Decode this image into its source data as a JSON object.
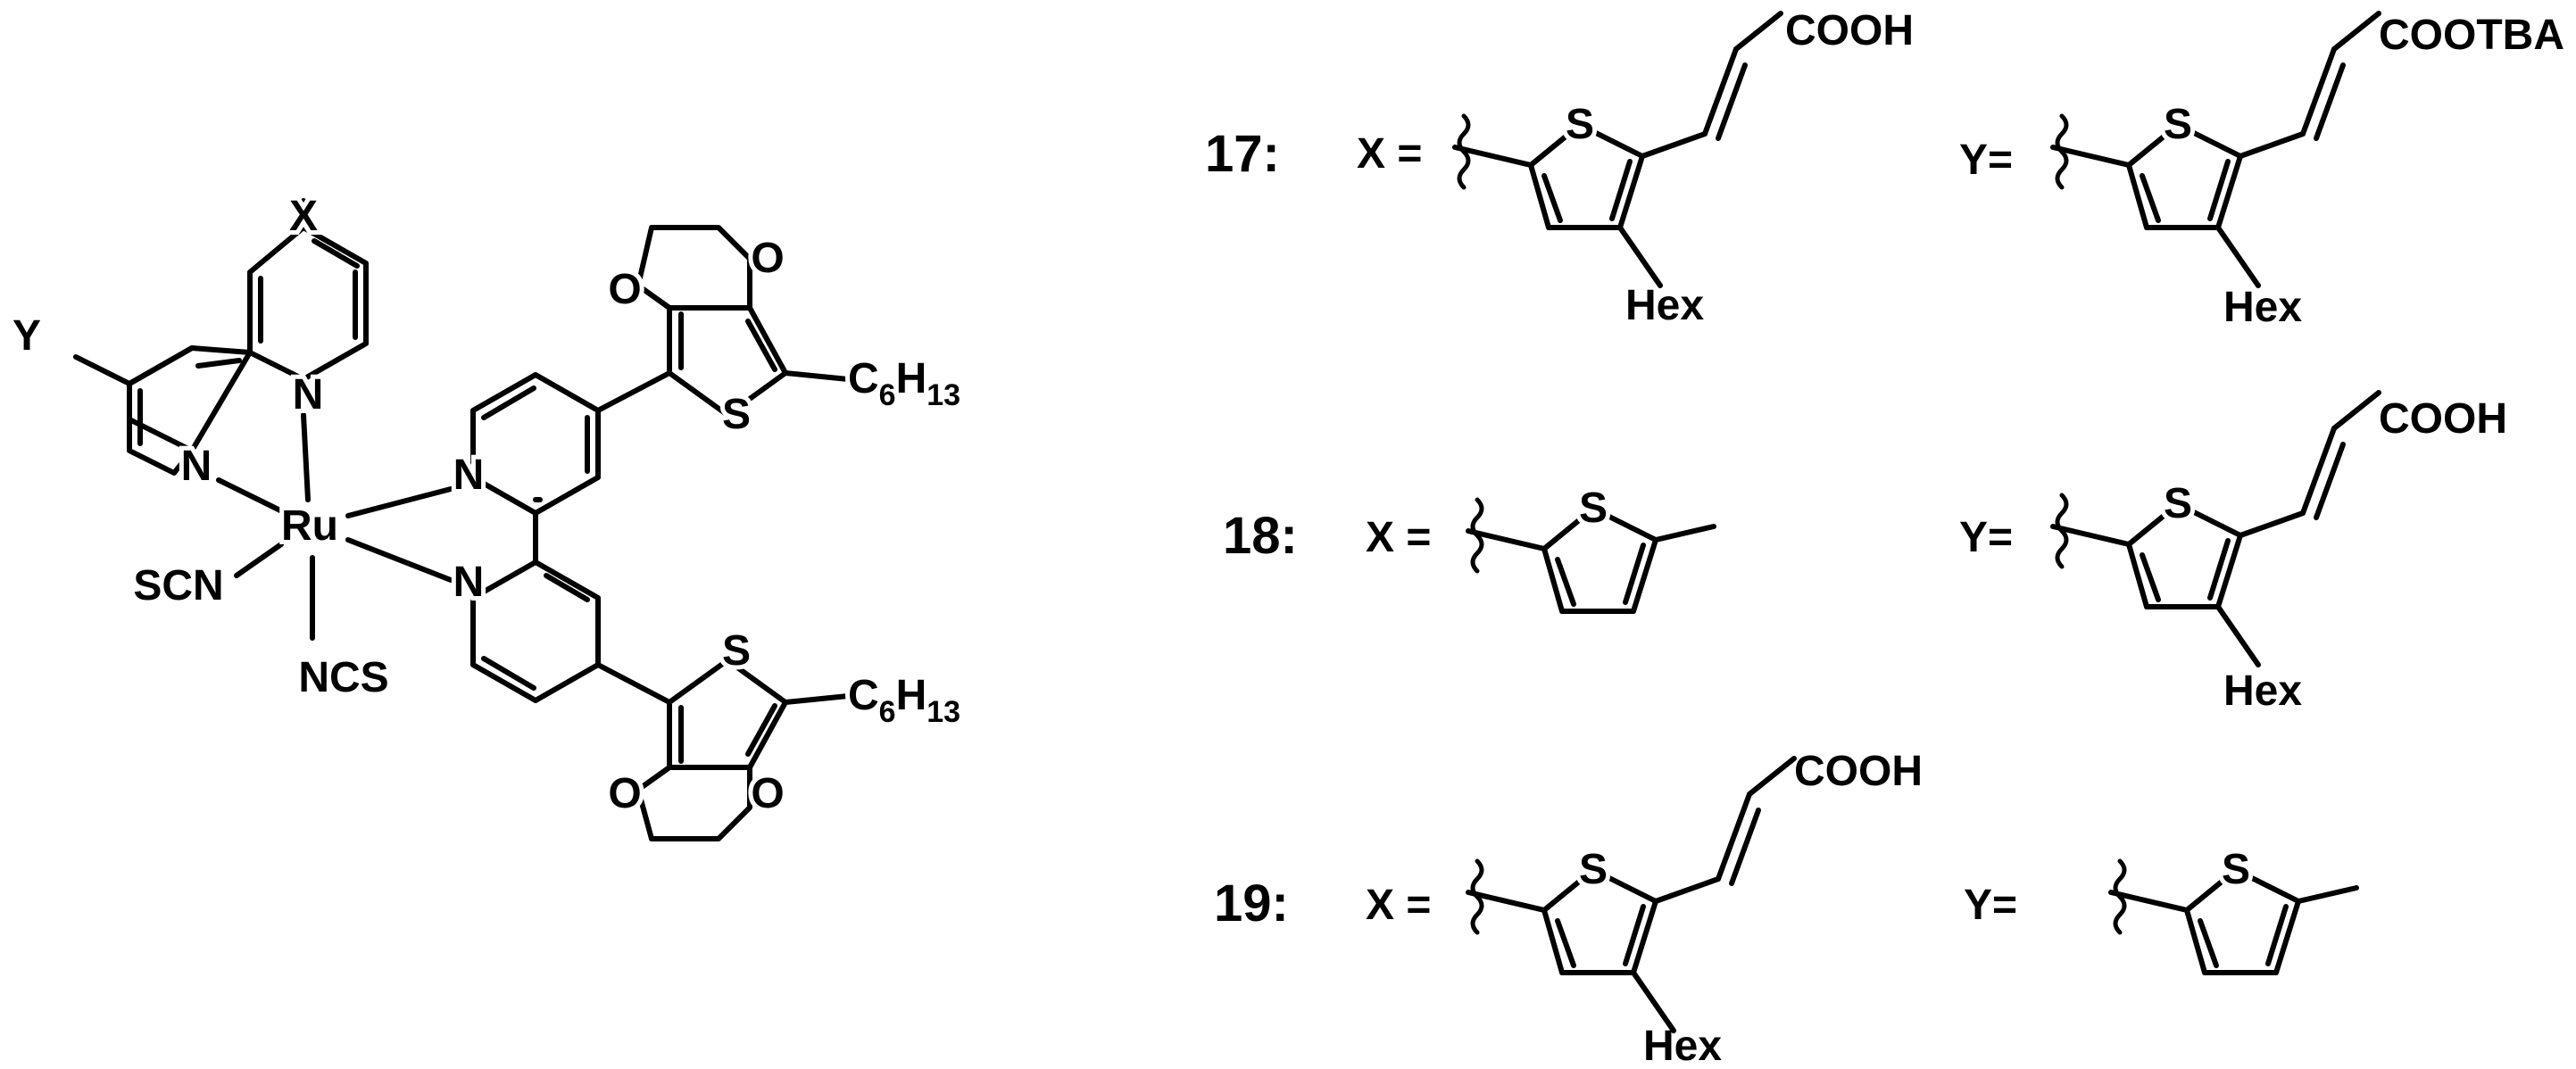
{
  "complex": {
    "metal": "Ru",
    "x": "X",
    "y": "Y",
    "n": "N",
    "s": "S",
    "o": "O",
    "scn": "SCN",
    "ncs": "NCS",
    "c_sym": "C",
    "c_sub": "6",
    "h_sym": "H",
    "h_sub": "13"
  },
  "compounds": [
    {
      "id": "17:",
      "x_label": "X =",
      "x_substituent": {
        "s": "S",
        "hex": "Hex",
        "acid": "COOH"
      },
      "y_label": "Y=",
      "y_substituent": {
        "s": "S",
        "hex": "Hex",
        "acid": "COOTBA"
      }
    },
    {
      "id": "18:",
      "x_label": "X =",
      "x_substituent": {
        "s": "S"
      },
      "y_label": "Y=",
      "y_substituent": {
        "s": "S",
        "hex": "Hex",
        "acid": "COOH"
      }
    },
    {
      "id": "19:",
      "x_label": "X =",
      "x_substituent": {
        "s": "S",
        "hex": "Hex",
        "acid": "COOH"
      },
      "y_label": "Y=",
      "y_substituent": {
        "s": "S"
      }
    }
  ]
}
